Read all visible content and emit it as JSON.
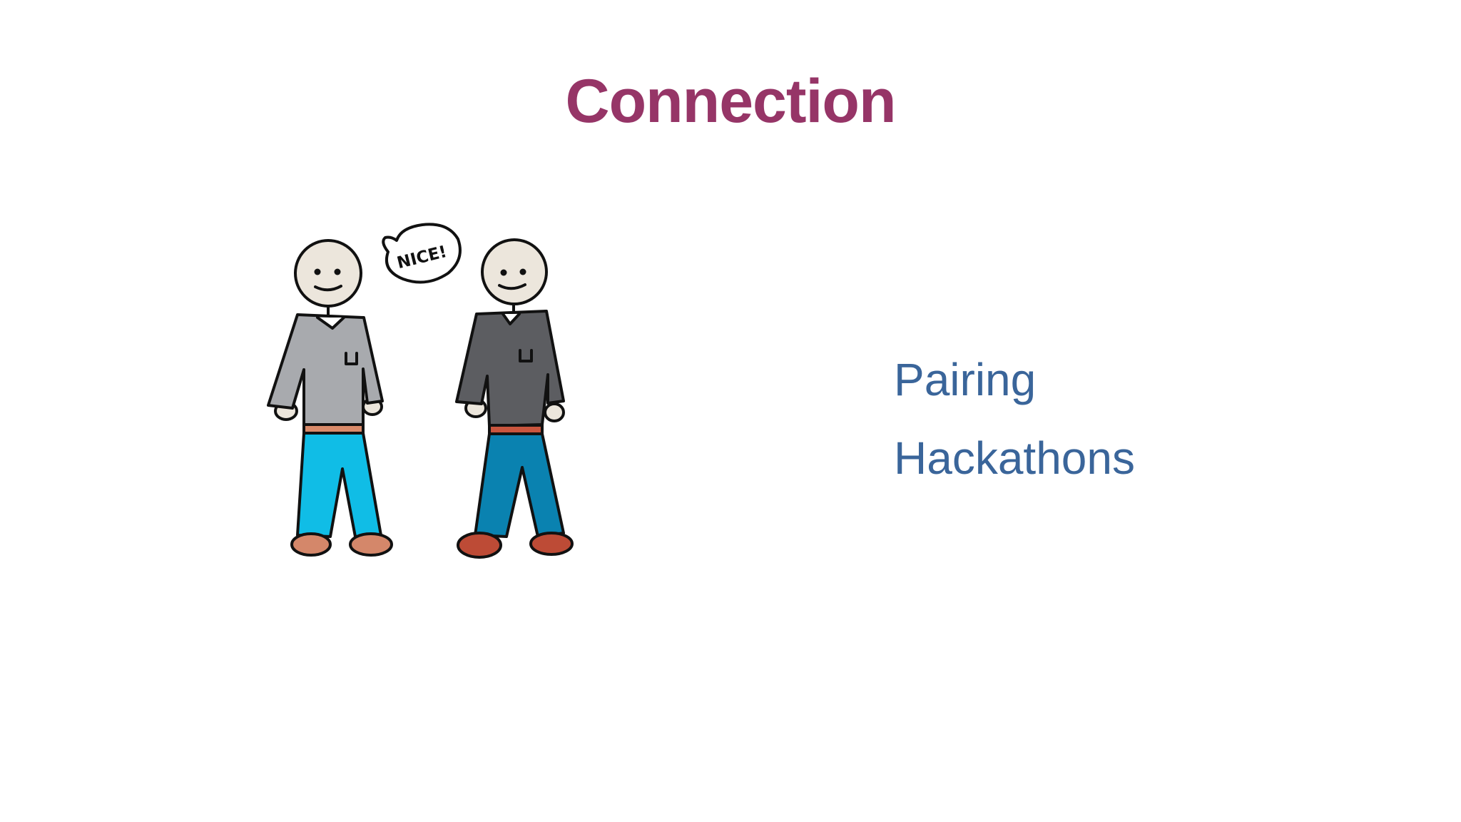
{
  "slide": {
    "title": "Connection",
    "bullets": [
      "Pairing",
      "Hackathons"
    ],
    "speech_bubble": "NICE!"
  },
  "colors": {
    "title": "#963567",
    "bullets": "#3a659a",
    "background": "#ffffff",
    "outline": "#111111",
    "skin": "#ece6dc",
    "left_shirt": "#a8aaae",
    "right_shirt": "#5c5d61",
    "left_pants": "#10bde6",
    "right_pants": "#0a82b0",
    "left_belt": "#d98a6a",
    "right_belt": "#c9553e",
    "left_shoes": "#d4876a",
    "right_shoes": "#bd4b36"
  }
}
